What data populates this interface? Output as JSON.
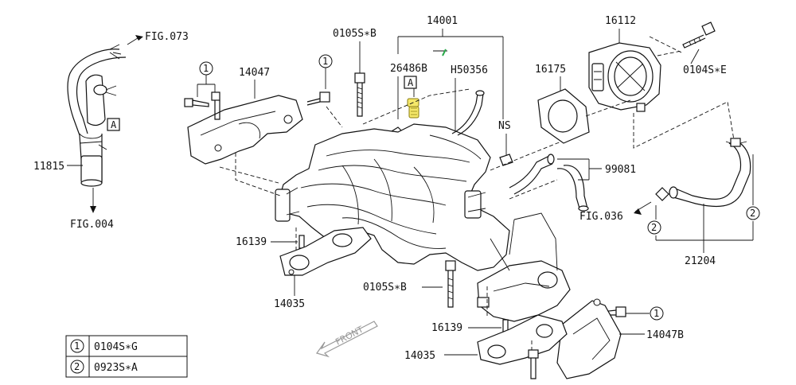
{
  "labels": {
    "fig073": "FIG.073",
    "a_left": "A",
    "p11815": "11815",
    "fig004": "FIG.004",
    "c1_left": "1",
    "p14047": "14047",
    "c1_mid": "1",
    "p0105sb_top": "0105S∗B",
    "p14001": "14001",
    "p26486b": "26486B",
    "a_mid": "A",
    "h50356": "H50356",
    "p16112": "16112",
    "p0104se": "0104S∗E",
    "p16175": "16175",
    "ns": "NS",
    "p99081": "99081",
    "fig036": "FIG.036",
    "c2_right": "2",
    "c2_left": "2",
    "p21204": "21204",
    "p16139_top": "16139",
    "p14035_left": "14035",
    "p0105sb_bottom": "0105S∗B",
    "c1_bottom": "1",
    "p16139_bottom": "16139",
    "p14047b": "14047B",
    "p14035_bottom": "14035",
    "front": "FRONT"
  },
  "legend": {
    "rows": [
      {
        "symbol": "1",
        "part": "0104S∗G"
      },
      {
        "symbol": "2",
        "part": "0923S∗A"
      }
    ]
  },
  "colors": {
    "highlight": "#f5e86a",
    "line": "#111111"
  }
}
